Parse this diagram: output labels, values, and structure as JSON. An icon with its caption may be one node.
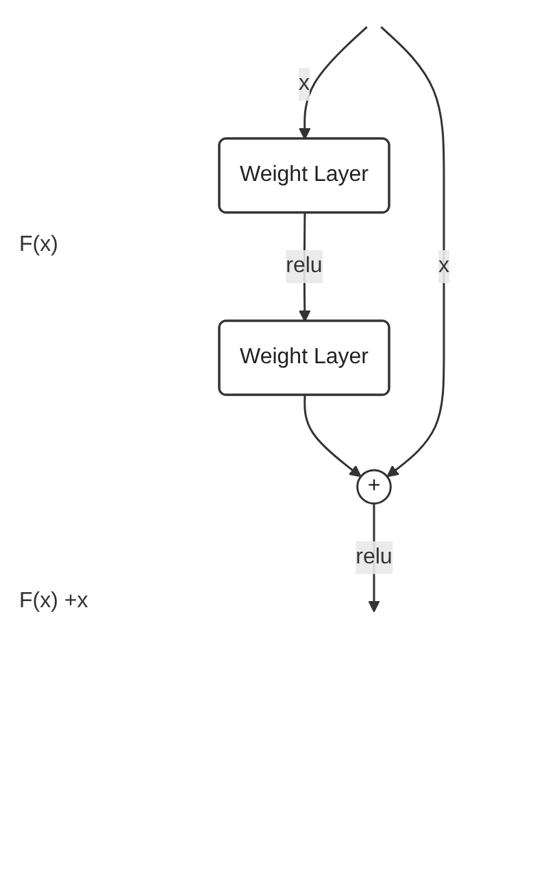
{
  "diagram": {
    "nodes": [
      {
        "text": [
          "Weight Layer"
        ]
      },
      {
        "text": [
          "Weight Layer"
        ]
      },
      {
        "text": [
          "+"
        ]
      }
    ],
    "edges": [
      {
        "from": null,
        "to": 0,
        "arrow": "to",
        "label": "x"
      },
      {
        "from": 0,
        "to": 1,
        "arrow": "to",
        "label": "relu"
      },
      {
        "from": 1,
        "to": 2,
        "arrow": "to"
      },
      {
        "from": null,
        "to": 2,
        "arrow": "to",
        "label": "x"
      },
      {
        "from": 2,
        "to": null,
        "arrow": "to",
        "label": "relu"
      }
    ],
    "labels": [
      "F(x)",
      "F(x) +x"
    ]
  }
}
